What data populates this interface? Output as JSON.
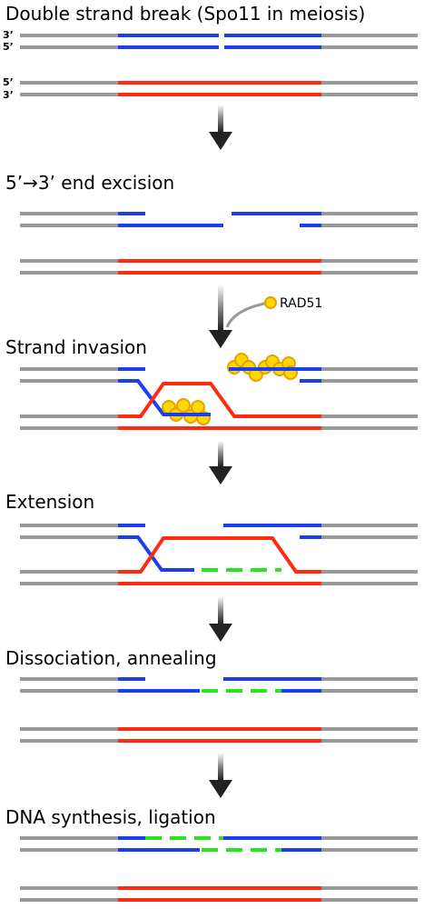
{
  "steps": [
    {
      "title": "Double strand break (Spo11 in meiosis)"
    },
    {
      "title": "5’→3’ end excision"
    },
    {
      "title": "Strand invasion"
    },
    {
      "title": "Extension"
    },
    {
      "title": "Dissociation, annealing"
    },
    {
      "title": "DNA synthesis, ligation"
    }
  ],
  "strand_labels": {
    "top_strand_1": "3’",
    "top_strand_2": "5’",
    "bottom_strand_1": "5’",
    "bottom_strand_2": "3’"
  },
  "protein_label": "RAD51",
  "icons": {
    "arrow": "down-arrow-icon",
    "protein": "rad51-bead-icon"
  },
  "colors": {
    "template_dna": "#999999",
    "broken_dna": "#1a3ff0",
    "homolog_dna": "#ff2a10",
    "new_synthesis": "#28e61e",
    "rad51_fill": "#ffd800",
    "rad51_edge": "#e8a000",
    "arrow": "#222222"
  }
}
